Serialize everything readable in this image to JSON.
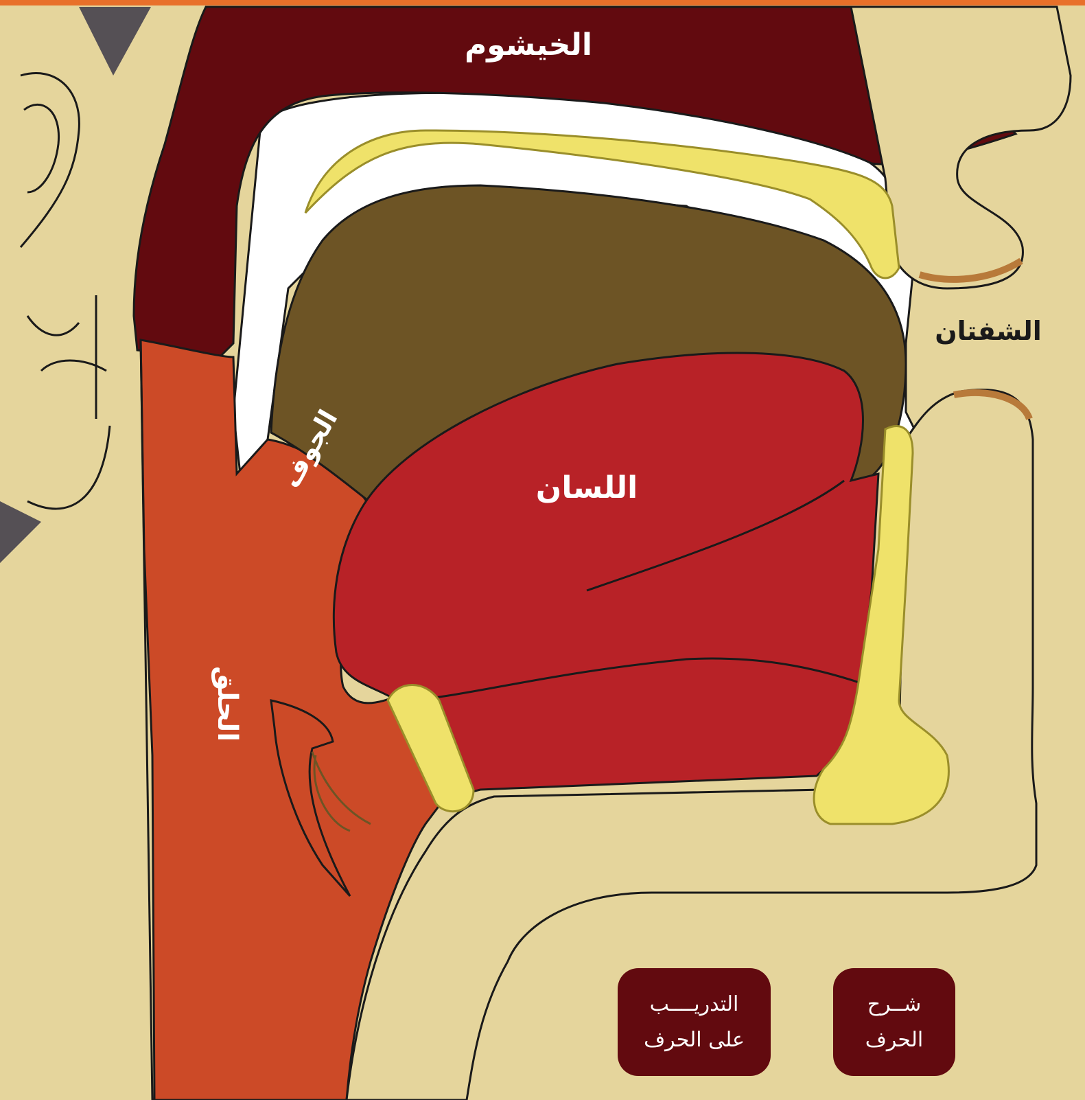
{
  "labels": {
    "nasal_cavity": "الخيشوم",
    "lips": "الشفتان",
    "tongue": "اللسان",
    "oral_cavity": "الجوف",
    "throat": "الحلق"
  },
  "buttons": {
    "practice": {
      "line1": "التدريــــب",
      "line2": "على الحرف"
    },
    "explain": {
      "line1": "شــرح",
      "line2": "الحرف"
    }
  },
  "colors": {
    "skin": "#e5d59c",
    "nasal": "#620a0f",
    "throat": "#cc4a27",
    "oral_cavity": "#6d5425",
    "tongue": "#b82227",
    "bone": "#efe26a",
    "lip_edge": "#b87a3a",
    "top_border": "#e8702a",
    "button_bg": "#620a0f"
  }
}
